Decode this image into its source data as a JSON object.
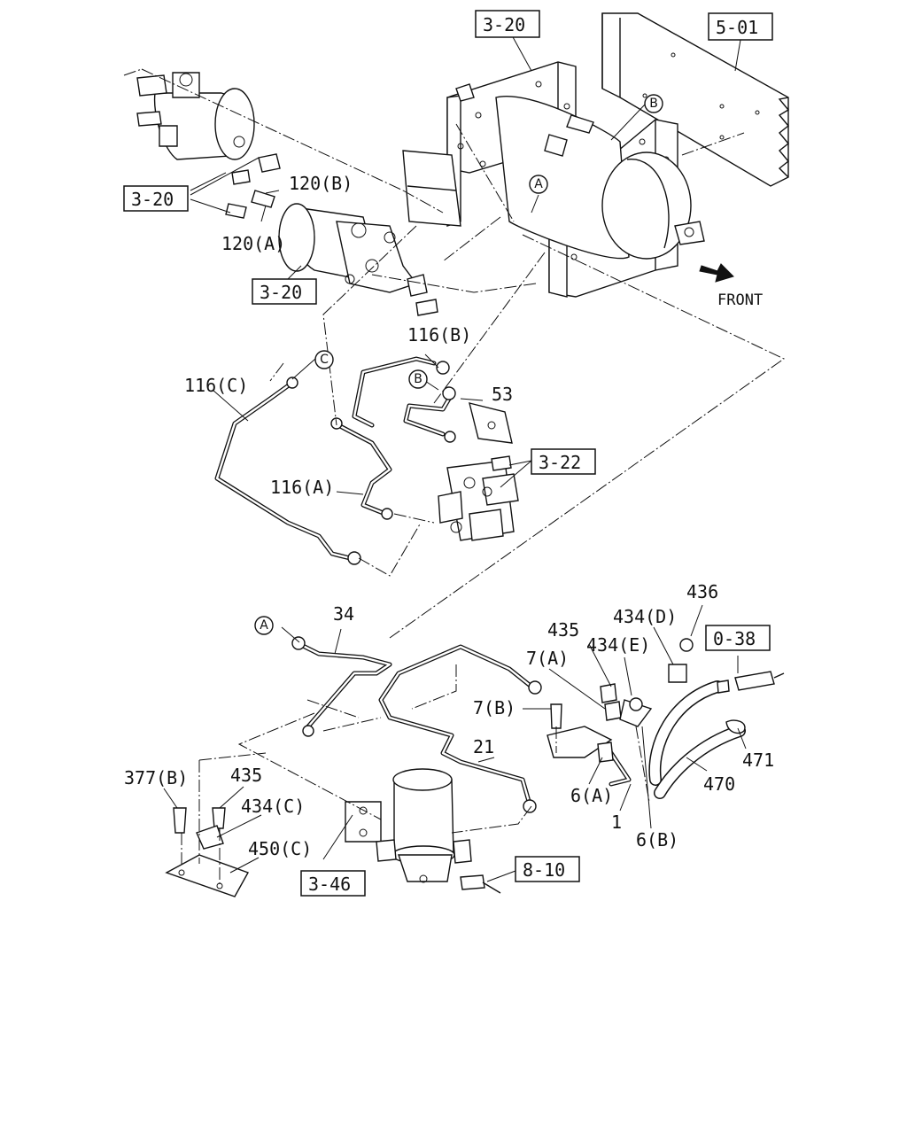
{
  "refs": {
    "r320_top": "3-20",
    "r501": "5-01",
    "r320_left": "3-20",
    "r320_mid": "3-20",
    "r322": "3-22",
    "r038": "0-38",
    "r346": "3-46",
    "r810": "8-10"
  },
  "parts": {
    "p120b": "120(B)",
    "p120a": "120(A)",
    "p116b": "116(B)",
    "p116c": "116(C)",
    "p116a": "116(A)",
    "p53": "53",
    "p34": "34",
    "p436": "436",
    "p434d": "434(D)",
    "p435_top": "435",
    "p434e": "434(E)",
    "p7a": "7(A)",
    "p7b": "7(B)",
    "p21": "21",
    "p6a": "6(A)",
    "p1": "1",
    "p6b": "6(B)",
    "p470": "470",
    "p471": "471",
    "p377b": "377(B)",
    "p435_bot": "435",
    "p434c": "434(C)",
    "p450c": "450(C)"
  },
  "markers": {
    "a_top": "A",
    "b_top": "B",
    "c_mid": "C",
    "b_mid": "B",
    "a_bot": "A"
  },
  "direction": {
    "front": "FRONT",
    "icon": "arrow-icon"
  }
}
